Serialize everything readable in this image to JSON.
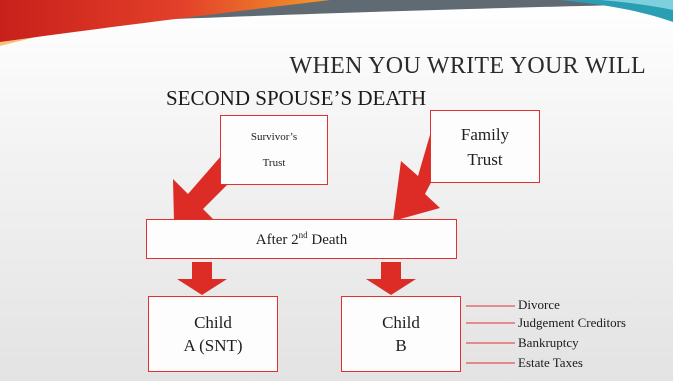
{
  "slide": {
    "title": "WHEN YOU WRITE YOUR WILL",
    "subtitle": "SECOND SPOUSE’S DEATH"
  },
  "boxes": {
    "survivors_trust": {
      "line1": "Survivor’s",
      "line2": "Trust"
    },
    "family_trust": {
      "line1": "Family",
      "line2": "Trust"
    },
    "after_death": {
      "text_prefix": "After 2",
      "sup": "nd",
      "text_suffix": " Death"
    },
    "child_a": {
      "line1": "Child",
      "line2": "A (SNT)"
    },
    "child_b": {
      "line1": "Child",
      "line2": "B"
    }
  },
  "consequences": [
    "Divorce",
    "Judgement Creditors",
    "Bankruptcy",
    "Estate Taxes"
  ],
  "colors": {
    "arrow": "#dd2c25",
    "box_border": "#e0312e",
    "accent_red": "#c8201b",
    "accent_orange": "#f39a2a",
    "accent_teal": "#2a9fb3"
  }
}
